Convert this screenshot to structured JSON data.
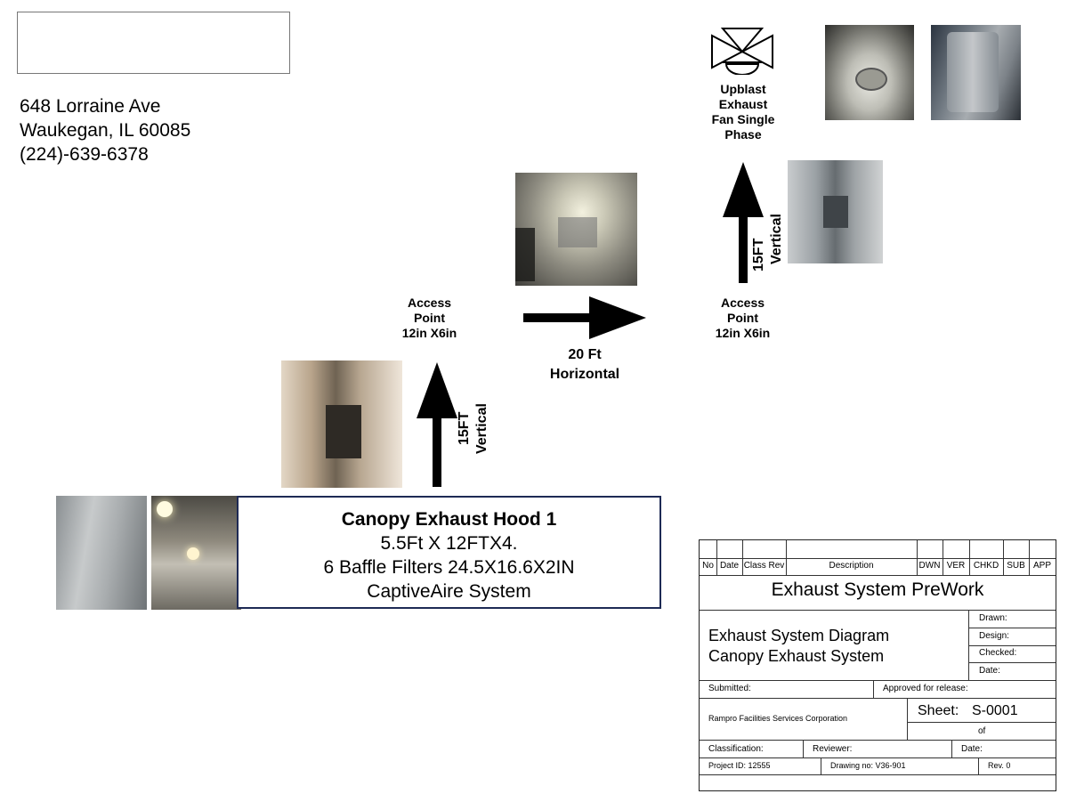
{
  "address": {
    "line1": "648 Lorraine Ave",
    "line2": "Waukegan, IL 60085",
    "phone": "(224)-639-6378"
  },
  "fan": {
    "label_line1": "Upblast",
    "label_line2": "Exhaust",
    "label_line3": "Fan Single",
    "label_line4": "Phase",
    "icon": "fan-symbol-icon"
  },
  "access_points": [
    {
      "line1": "Access",
      "line2": "Point",
      "line3": "12in X6in"
    },
    {
      "line1": "Access",
      "line2": "Point",
      "line3": "12in X6in"
    }
  ],
  "runs": {
    "vertical_1": {
      "line1": "15FT",
      "line2": "Vertical"
    },
    "horizontal": {
      "line1": "20 Ft",
      "line2": "Horizontal"
    },
    "vertical_2": {
      "line1": "15FT",
      "line2": "Vertical"
    }
  },
  "hood": {
    "title": "Canopy Exhaust Hood 1",
    "line1": "5.5Ft X 12FTX4.",
    "line2": "6 Baffle Filters 24.5X16.6X2IN",
    "line3": "CaptiveAire System"
  },
  "title_block": {
    "revision_headers": [
      "No",
      "Date",
      "Class Rev",
      "Description",
      "DWN",
      "VER",
      "CHKD",
      "SUB",
      "APP"
    ],
    "project_title": "Exhaust System PreWork",
    "drawing_title_line1": "Exhaust System Diagram",
    "drawing_title_line2": "Canopy Exhaust System",
    "drawn_label": "Drawn:",
    "design_label": "Design:",
    "checked_label": "Checked:",
    "date_label": "Date:",
    "submitted_label": "Submitted:",
    "approved_label": "Approved for release:",
    "company": "Rampro Facilities Services Corporation",
    "sheet_label": "Sheet:",
    "sheet_number": "S-0001",
    "of_label": "of",
    "classification_label": "Classification:",
    "reviewer_label": "Reviewer:",
    "date2_label": "Date:",
    "project_id": "Project ID: 12555",
    "drawing_no": "Drawing no: V36-901",
    "rev": "Rev. 0"
  }
}
